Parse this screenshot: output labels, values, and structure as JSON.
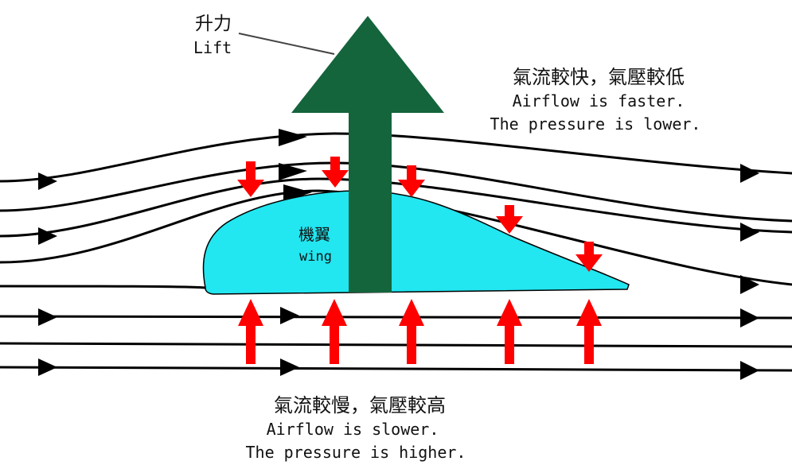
{
  "colors": {
    "lift_arrow": "#14643c",
    "wing_fill": "#22e6f0",
    "pressure_arrow": "#ff0000",
    "streamline": "#000000"
  },
  "labels": {
    "lift_zh": "升力",
    "lift_en": "Lift",
    "wing_zh": "機翼",
    "wing_en": "wing",
    "top_zh": "氣流較快，氣壓較低",
    "top_en_1": "Airflow is faster.",
    "top_en_2": "The pressure is lower.",
    "bottom_zh": "氣流較慢，氣壓較高",
    "bottom_en_1": "Airflow is slower.",
    "bottom_en_2": "The pressure is higher."
  }
}
